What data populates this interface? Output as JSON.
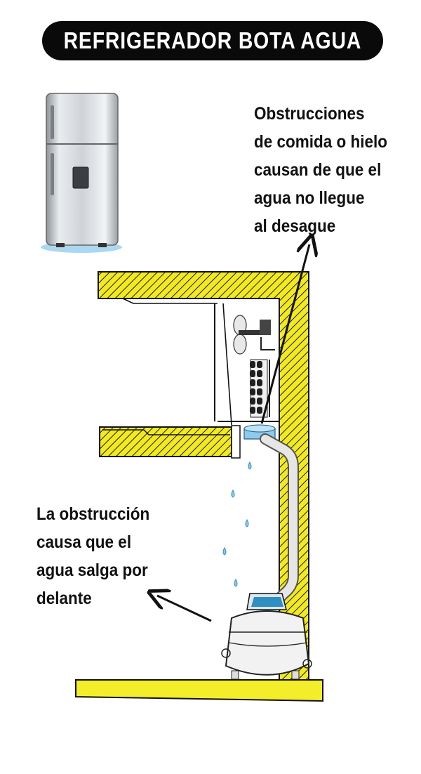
{
  "title": "REFRIGERADOR BOTA AGUA",
  "callouts": {
    "top": [
      "Obstrucciones",
      "de comida o hielo",
      "causan de que el",
      "agua no llegue",
      "al desague"
    ],
    "bottom": [
      "La obstrucción",
      "causa que el",
      "agua salga por",
      "delante"
    ]
  },
  "colors": {
    "hatch_yellow": "#f2ea1e",
    "water_blue": "#8fc9ec",
    "water_dark": "#2f8fc0",
    "floor_yellow": "#f4ee2a",
    "title_bg": "#0a0a0a"
  }
}
